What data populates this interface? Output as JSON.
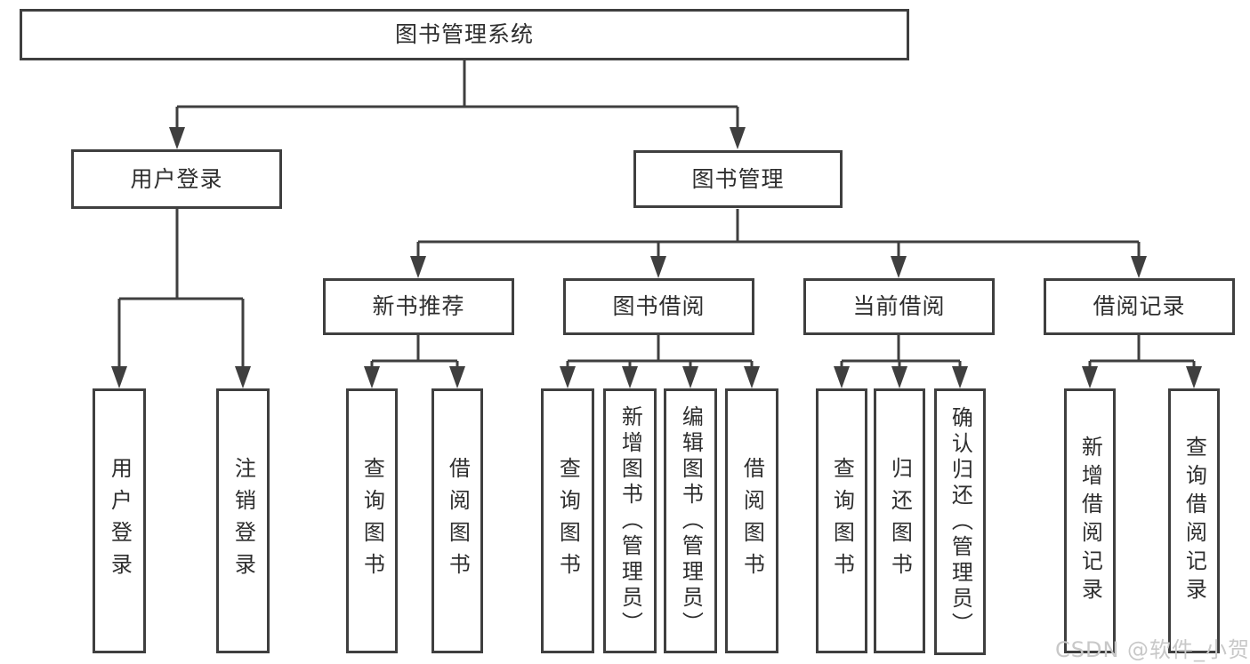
{
  "colors": {
    "line": "#3f3f3f",
    "box_border": "#3f3f3f",
    "text": "#2e2e2e",
    "background": "#ffffff",
    "watermark": "#c8c8c8"
  },
  "diagram": {
    "title": "图书管理系统",
    "level2": {
      "user_login": "用户登录",
      "book_management": "图书管理"
    },
    "user_login_children": {
      "login": "用户登录",
      "logout": "注销登录"
    },
    "book_management_children": {
      "new_book_recommend": "新书推荐",
      "book_borrow": "图书借阅",
      "current_borrow": "当前借阅",
      "borrow_records": "借阅记录"
    },
    "new_book_recommend_children": {
      "query_book": "查询图书",
      "borrow_book": "借阅图书"
    },
    "book_borrow_children": {
      "query_book": "查询图书",
      "add_book": "新增图书（管理员）",
      "edit_book": "编辑图书（管理员）",
      "borrow_book": "借阅图书"
    },
    "current_borrow_children": {
      "query_book": "查询图书",
      "return_book": "归还图书",
      "confirm_return": "确认归还（管理员）"
    },
    "borrow_records_children": {
      "add_record": "新增借阅记录",
      "query_record": "查询借阅记录"
    }
  },
  "watermark": {
    "text": "CSDN @软件_小贺同学"
  }
}
